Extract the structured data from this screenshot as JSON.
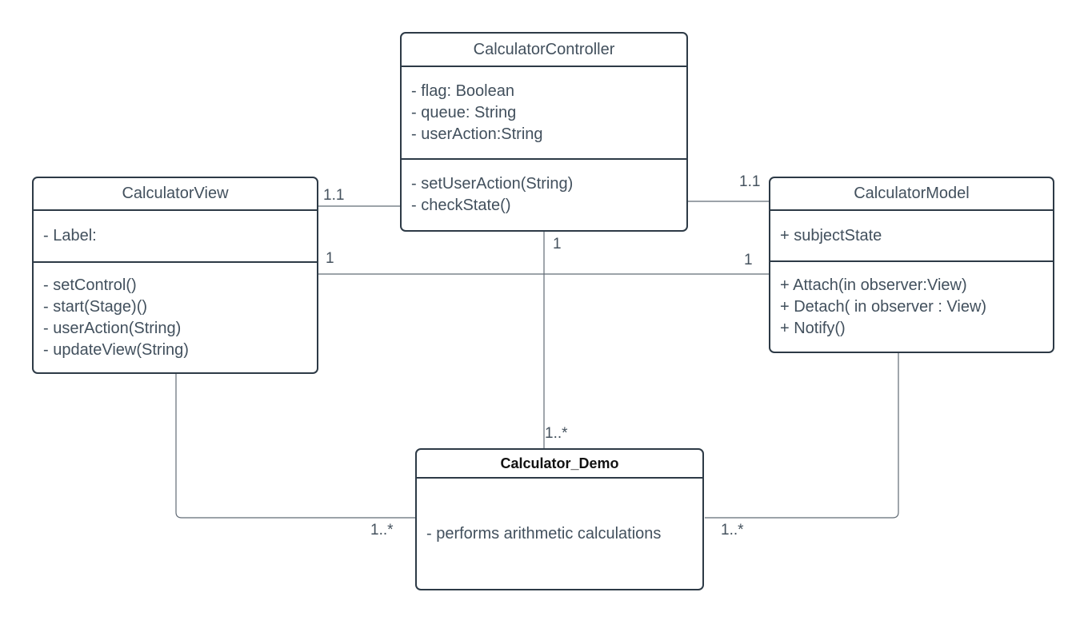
{
  "classes": {
    "controller": {
      "title": "CalculatorController",
      "attributes": [
        "- flag: Boolean",
        "- queue: String",
        "- userAction:String"
      ],
      "methods": [
        "- setUserAction(String)",
        "- checkState()"
      ]
    },
    "view": {
      "title": "CalculatorView",
      "attributes": [
        "- Label:"
      ],
      "methods": [
        "- setControl()",
        "- start(Stage)()",
        "- userAction(String)",
        "- updateView(String)"
      ]
    },
    "model": {
      "title": "CalculatorModel",
      "attributes": [
        "+ subjectState"
      ],
      "methods": [
        "+ Attach(in observer:View)",
        "+ Detach( in observer : View)",
        "+ Notify()"
      ]
    },
    "demo": {
      "title": "Calculator_Demo",
      "attributes": [
        "- performs arithmetic calculations"
      ]
    }
  },
  "multiplicities": {
    "view_controller_at_view": "1.1",
    "controller_model_at_model": "1.1",
    "view_model_at_view": "1",
    "view_model_at_model": "1",
    "controller_demo_at_controller": "1",
    "controller_demo_at_demo": "1..*",
    "view_demo_at_demo": "1..*",
    "model_demo_at_demo": "1..*"
  },
  "colors": {
    "box_border": "#2d3a46",
    "box_text": "#42505d",
    "demo_title_text": "#111111",
    "connector_line": "#626c76",
    "background": "#ffffff"
  }
}
